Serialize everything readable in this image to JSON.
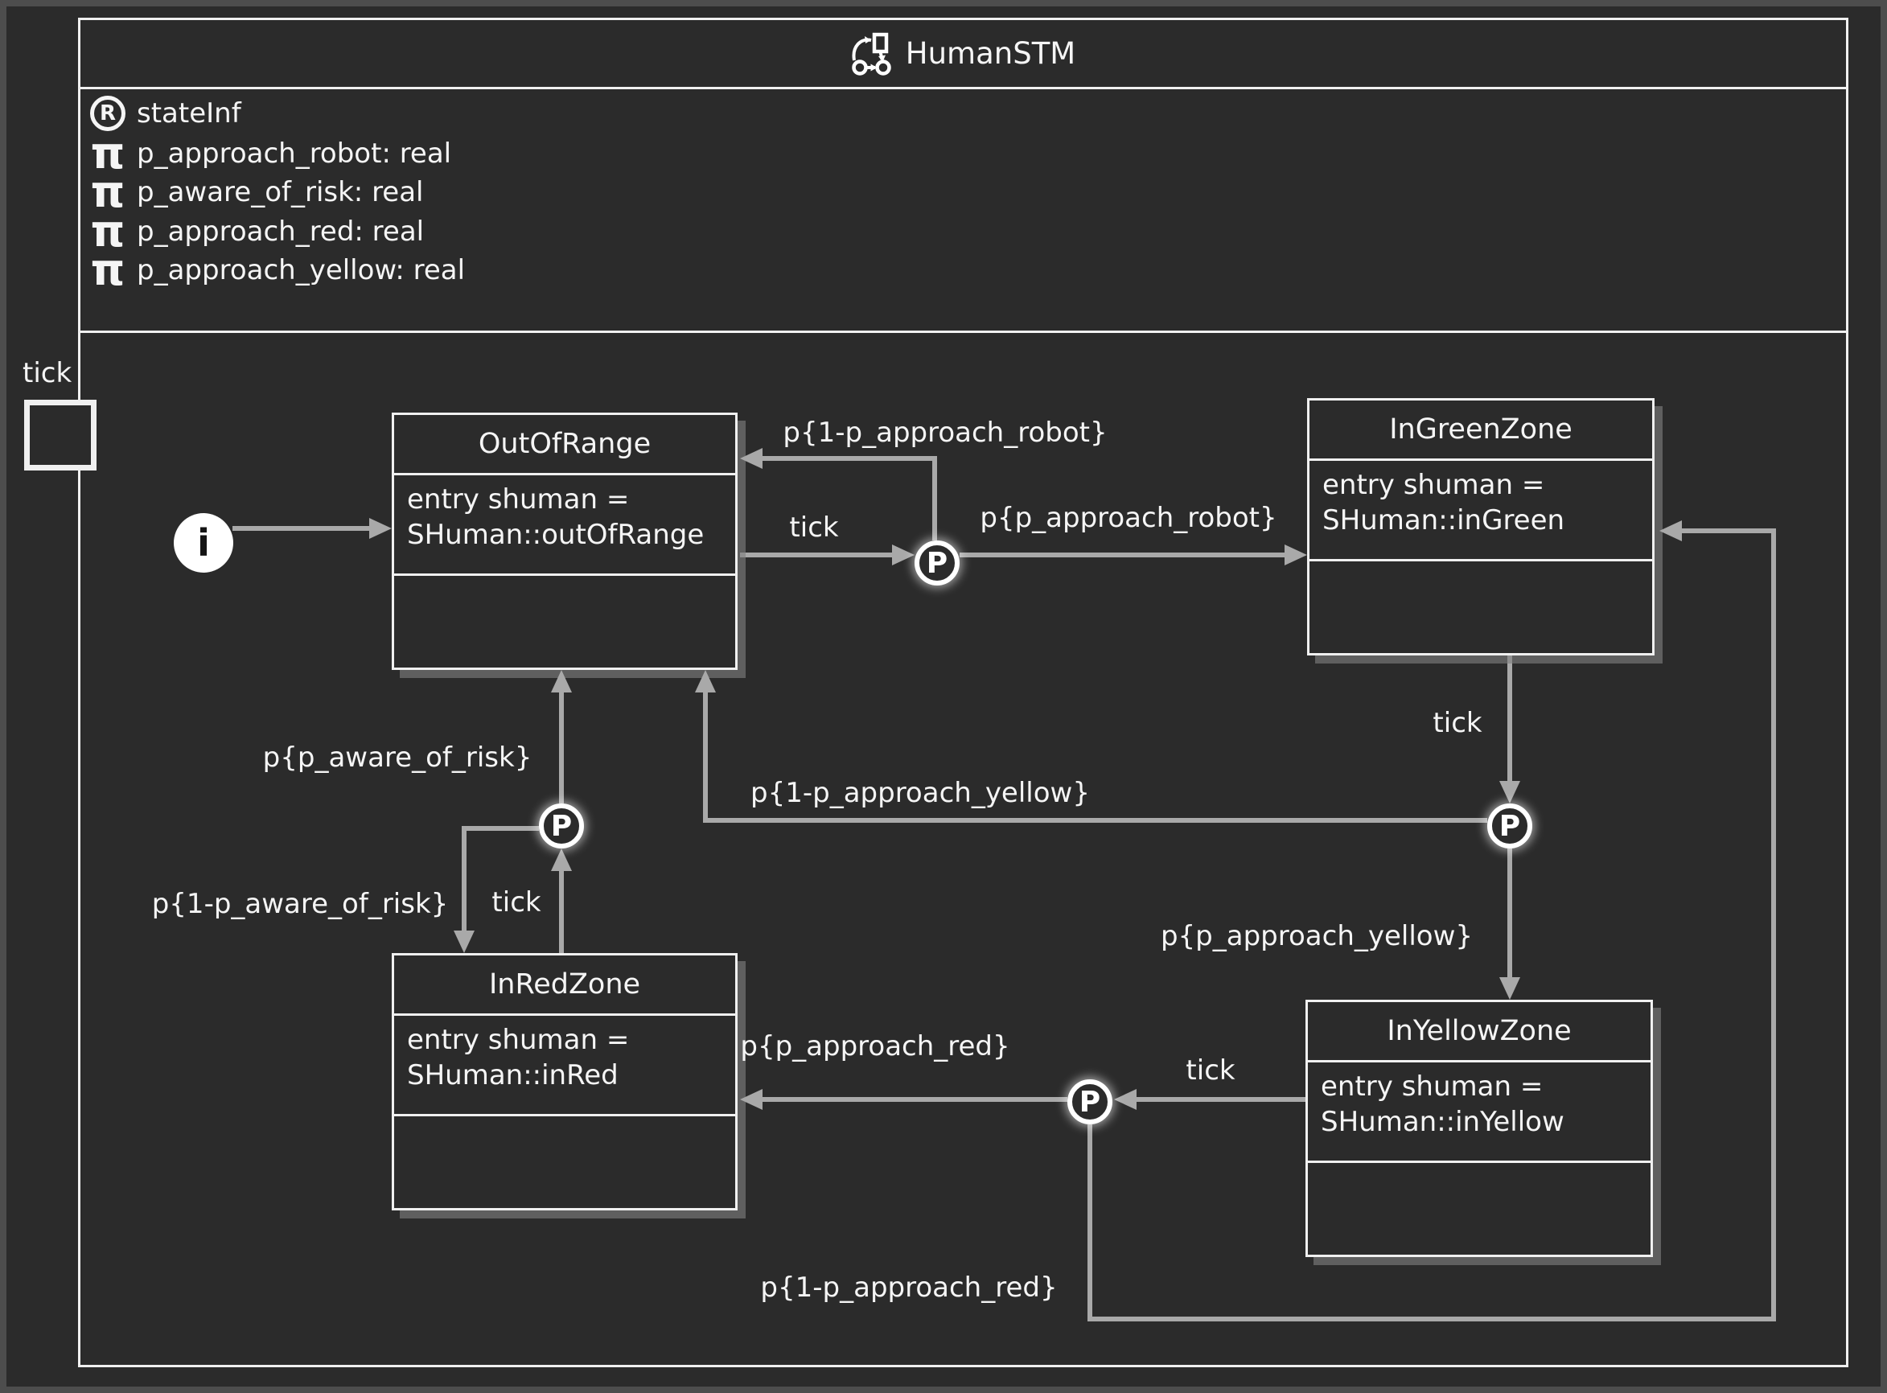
{
  "colors": {
    "background": "#2b2b2b",
    "outer_border": "#4d4d4d",
    "frame_border": "#f0f0f0",
    "line": "#a9a9a9",
    "text": "#f5f5f5",
    "state_shadow": "#808080"
  },
  "machine": {
    "title": "HumanSTM",
    "declarations": [
      {
        "icon": "circled-r-icon",
        "glyph": "R",
        "text": "stateInf"
      },
      {
        "icon": "pi-icon",
        "glyph": "π",
        "text": "p_approach_robot: real"
      },
      {
        "icon": "pi-icon",
        "glyph": "π",
        "text": "p_aware_of_risk: real"
      },
      {
        "icon": "pi-icon",
        "glyph": "π",
        "text": "p_approach_red: real"
      },
      {
        "icon": "pi-icon",
        "glyph": "π",
        "text": "p_approach_yellow: real"
      }
    ],
    "boundary_event": {
      "label": "tick"
    }
  },
  "initial_node": {
    "label": "i"
  },
  "junction_label": "P",
  "states": {
    "out_of_range": {
      "name": "OutOfRange",
      "entry_line1": "entry shuman =",
      "entry_line2": "SHuman::outOfRange"
    },
    "in_green_zone": {
      "name": "InGreenZone",
      "entry_line1": "entry shuman =",
      "entry_line2": "SHuman::inGreen"
    },
    "in_red_zone": {
      "name": "InRedZone",
      "entry_line1": "entry shuman =",
      "entry_line2": "SHuman::inRed"
    },
    "in_yellow_zone": {
      "name": "InYellowZone",
      "entry_line1": "entry shuman =",
      "entry_line2": "SHuman::inYellow"
    }
  },
  "transitions": {
    "out_to_p1": "tick",
    "p1_to_out": "p{1-p_approach_robot}",
    "p1_to_green": "p{p_approach_robot}",
    "green_to_p2": "tick",
    "p2_to_out": "p{1-p_approach_yellow}",
    "p2_to_yellow": "p{p_approach_yellow}",
    "red_to_p3": "tick",
    "p3_to_out": "p{p_aware_of_risk}",
    "p3_to_red": "p{1-p_aware_of_risk}",
    "yellow_to_p4": "tick",
    "p4_to_red": "p{p_approach_red}",
    "p4_to_green": "p{1-p_approach_red}"
  }
}
